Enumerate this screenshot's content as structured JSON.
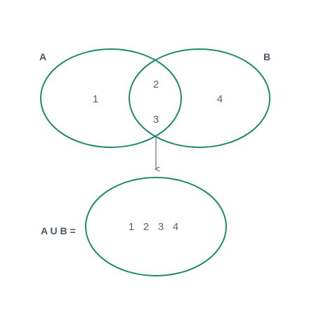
{
  "diagram": {
    "set_a_label": "A",
    "set_b_label": "B",
    "union_label": "A U B =",
    "region_a_only": "1",
    "intersection_top": "2",
    "intersection_bottom": "3",
    "region_b_only": "4",
    "union_elements": [
      "1",
      "2",
      "3",
      "4"
    ]
  },
  "colors": {
    "circle_stroke": "#1f8a6a",
    "label_text": "#4a5568",
    "element_text": "#5a6270",
    "arrow": "#4a5568",
    "background": "#ffffff"
  }
}
